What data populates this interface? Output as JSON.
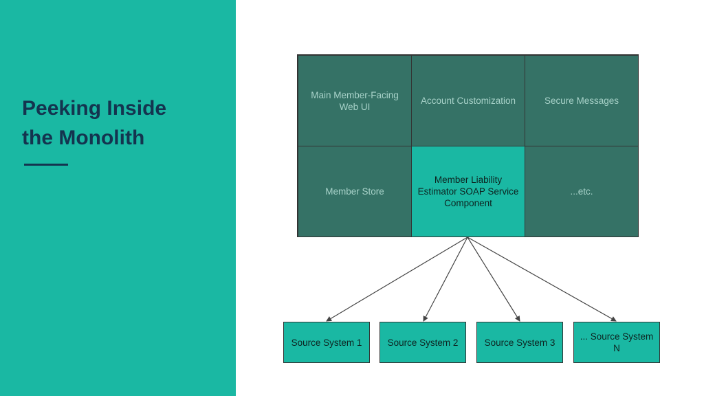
{
  "slide": {
    "title": "Peeking Inside\nthe  Monolith"
  },
  "monolith": {
    "cells": [
      {
        "label": "Main Member-Facing Web UI",
        "highlighted": false
      },
      {
        "label": "Account Customization",
        "highlighted": false
      },
      {
        "label": "Secure Messages",
        "highlighted": false
      },
      {
        "label": "Member Store",
        "highlighted": false
      },
      {
        "label": "Member Liability Estimator SOAP Service Component",
        "highlighted": true
      },
      {
        "label": "...etc.",
        "highlighted": false
      }
    ]
  },
  "sources": [
    {
      "label": "Source System 1"
    },
    {
      "label": "Source System 2"
    },
    {
      "label": "Source System 3"
    },
    {
      "label": "... Source System N"
    }
  ],
  "colors": {
    "accent": "#1ab8a3",
    "dark_cell": "#357266",
    "title": "#14344f"
  }
}
